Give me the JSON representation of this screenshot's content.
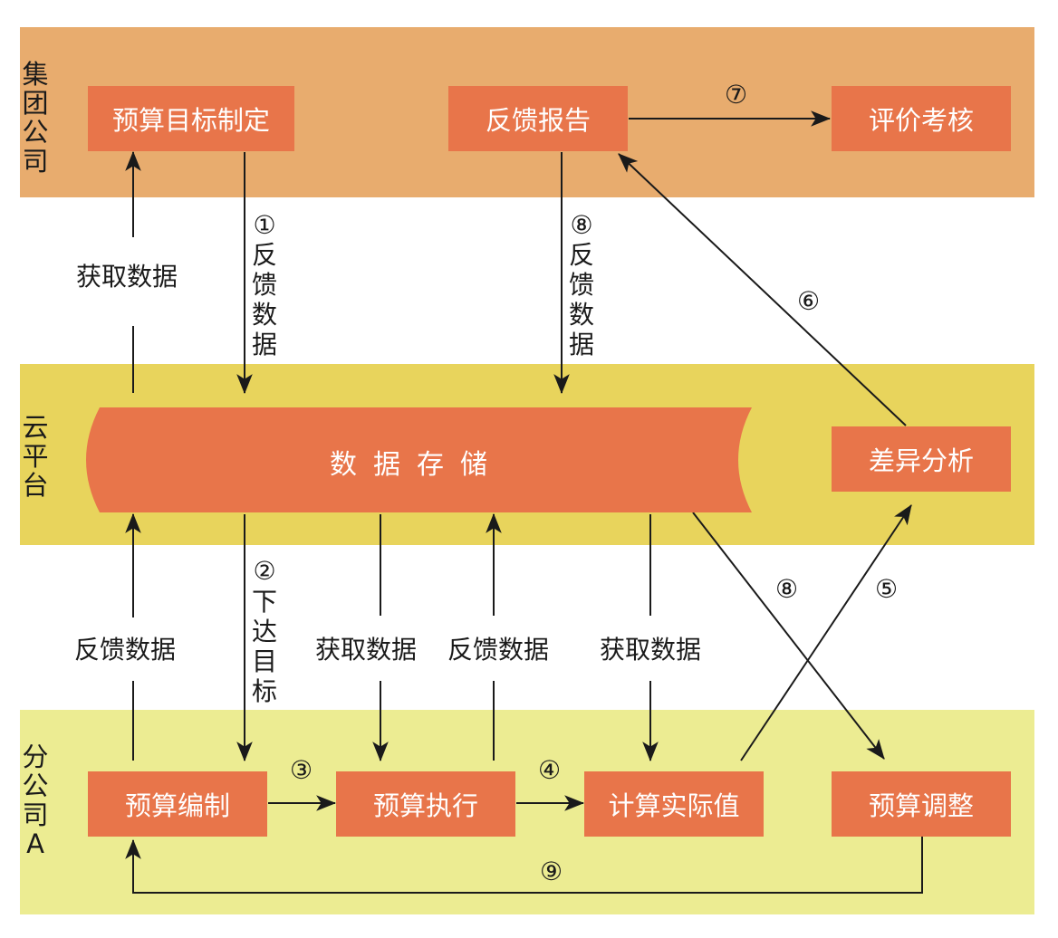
{
  "bands": {
    "group": "集团公司",
    "cloud": "云平台",
    "branch": "分公司A"
  },
  "boxes": {
    "budget_target": "预算目标制定",
    "feedback_report": "反馈报告",
    "evaluation": "评价考核",
    "data_storage": "数据存储",
    "variance_analysis": "差异分析",
    "budget_compile": "预算编制",
    "budget_execute": "预算执行",
    "calc_actual": "计算实际值",
    "budget_adjust": "预算调整"
  },
  "edge_labels": {
    "get_data": "获取数据",
    "feedback_data": "反馈数据",
    "step1": "①",
    "step2": "②",
    "step3": "③",
    "step4": "④",
    "step5": "⑤",
    "step6": "⑥",
    "step7": "⑦",
    "step8": "⑧",
    "step9": "⑨",
    "issue_target": "下达目标"
  },
  "colors": {
    "group_band": "#e8ac6e",
    "cloud_band": "#e8d45c",
    "branch_band": "#ecec92",
    "box_fill": "#e8754a",
    "box_text": "#ffffff"
  }
}
